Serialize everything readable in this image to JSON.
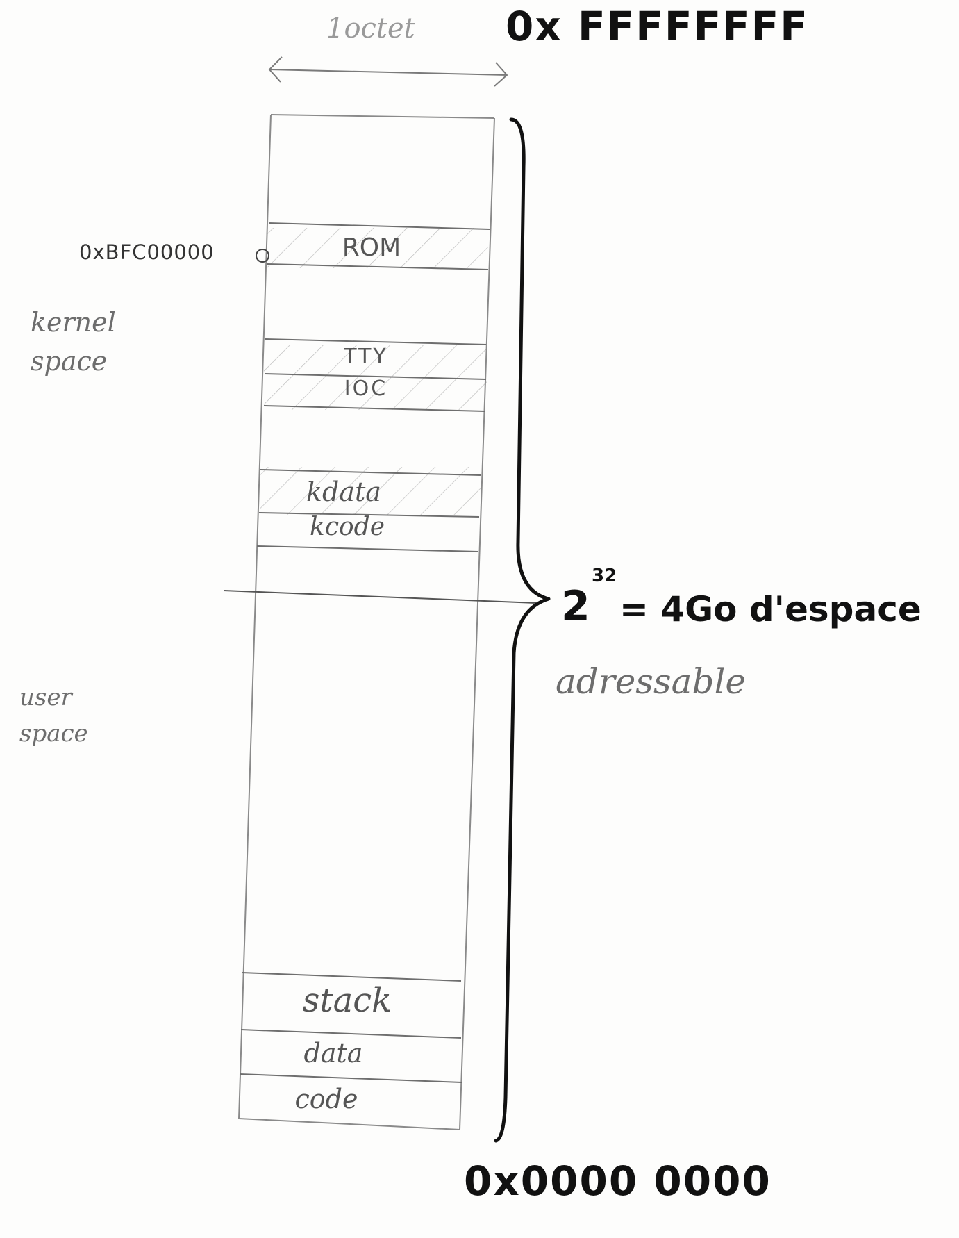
{
  "labels": {
    "width": "1octet",
    "top_address": "0x FFFFFFFF",
    "bottom_address": "0x0000 0000",
    "rom_address": "0xBFC00000",
    "kernel_space": "kernel space",
    "user_space": "user space",
    "size_base": "2",
    "size_exp": "32",
    "size_equation": "= 4Go d'espace",
    "size_note": "adressable"
  },
  "segments": {
    "rom": "ROM",
    "tty": "TTY",
    "ioc": "IOC",
    "kdata": "kdata",
    "kcode": "kcode",
    "stack": "stack",
    "data": "data",
    "code": "code"
  },
  "colors": {
    "ink": "#111111",
    "pencil": "#6d6d6d",
    "paper": "#fdfdfc"
  }
}
